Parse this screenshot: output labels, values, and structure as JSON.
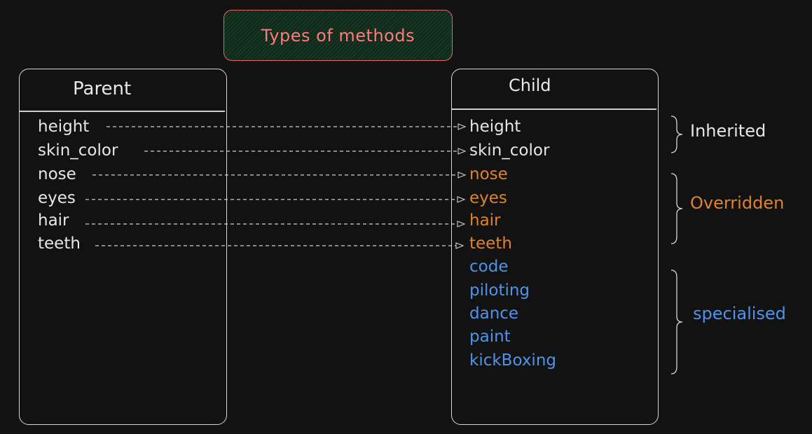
{
  "title": "Types of methods",
  "parent": {
    "name": "Parent",
    "members": [
      "height",
      "skin_color",
      "nose",
      "eyes",
      "hair",
      "teeth"
    ]
  },
  "child": {
    "name": "Child",
    "members": [
      {
        "text": "height",
        "group": "inherited"
      },
      {
        "text": "skin_color",
        "group": "inherited"
      },
      {
        "text": "nose",
        "group": "overridden"
      },
      {
        "text": "eyes",
        "group": "overridden"
      },
      {
        "text": "hair",
        "group": "overridden"
      },
      {
        "text": "teeth",
        "group": "overridden"
      },
      {
        "text": "code",
        "group": "specialised"
      },
      {
        "text": "piloting",
        "group": "specialised"
      },
      {
        "text": "dance",
        "group": "specialised"
      },
      {
        "text": "paint",
        "group": "specialised"
      },
      {
        "text": "kickBoxing",
        "group": "specialised"
      }
    ]
  },
  "groups": {
    "inherited": {
      "label": "Inherited",
      "color": "#e6e6e6"
    },
    "overridden": {
      "label": "Overridden",
      "color": "#e0822a"
    },
    "specialised": {
      "label": "specialised",
      "color": "#4d94ea"
    }
  },
  "colors": {
    "background": "#121212",
    "title_border": "#e06a6a",
    "title_text": "#ff7a7a",
    "title_fill": "#0f2a1a",
    "box_stroke": "#d8d8d8",
    "arrow": "#cfcfcf"
  }
}
